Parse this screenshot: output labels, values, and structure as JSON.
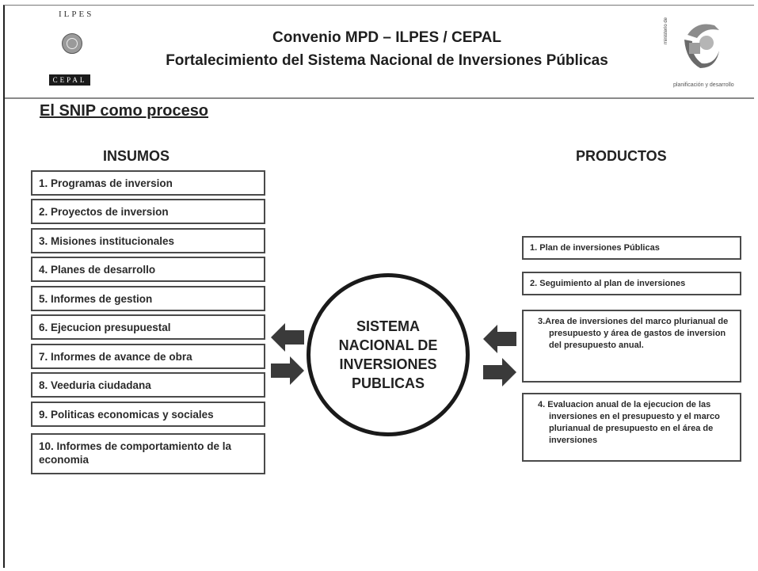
{
  "header": {
    "title_line1": "Convenio MPD – ILPES / CEPAL",
    "title_line2": "Fortalecimiento del Sistema Nacional de Inversiones Públicas",
    "left_logo": {
      "ilpes": "ILPES",
      "cepal": "CEPAL",
      "icon": "un-emblem-icon"
    },
    "right_logo": {
      "vertical_text": "ministerio de",
      "caption": "planificación y desarrollo",
      "icon": "ministry-logo-icon"
    }
  },
  "section_title": "El SNIP como proceso",
  "inputs": {
    "heading": "INSUMOS",
    "items": [
      "1. Programas de inversion",
      "2. Proyectos de inversion",
      "3. Misiones institucionales",
      "4. Planes de desarrollo",
      "5. Informes de gestion",
      "6. Ejecucion presupuestal",
      "7. Informes de avance de obra",
      "8. Veeduria ciudadana",
      "9. Politicas economicas y sociales",
      "10. Informes de comportamiento de la economia"
    ]
  },
  "center": {
    "lines": [
      "SISTEMA",
      "NACIONAL DE",
      "INVERSIONES",
      "PUBLICAS"
    ]
  },
  "outputs": {
    "heading": "PRODUCTOS",
    "items": [
      "1. Plan de inversiones Públicas",
      "2. Seguimiento al plan de inversiones",
      "3.Area de inversiones del marco plurianual de presupuesto  y área de gastos de inversion del presupuesto anual.",
      "4. Evaluacion anual de la ejecucion de las inversiones en el presupuesto y el marco plurianual de presupuesto en el área de inversiones"
    ]
  },
  "colors": {
    "arrow_fill": "#3a3a3a",
    "border": "#4a4a4a",
    "rule": "#8a8a8a"
  }
}
